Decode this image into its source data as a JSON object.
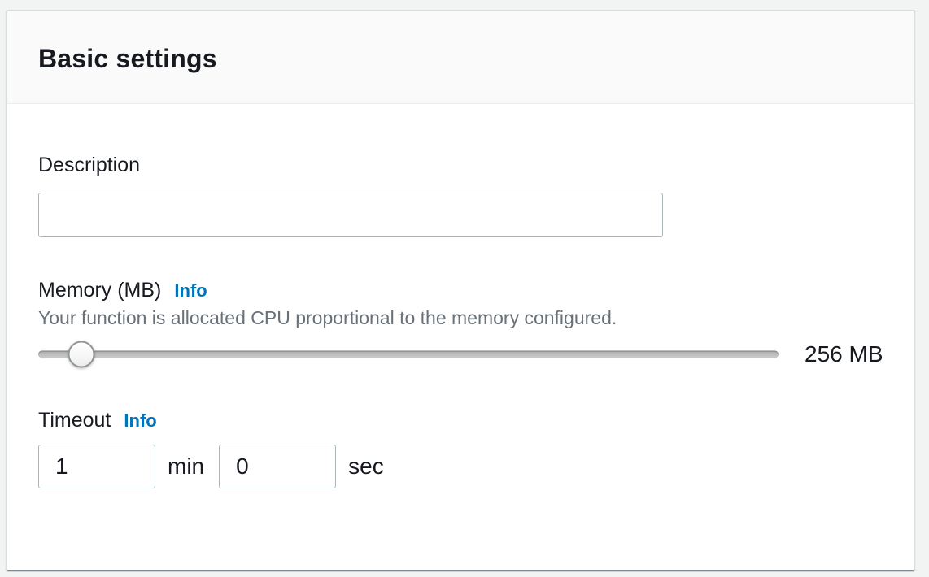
{
  "panel": {
    "title": "Basic settings"
  },
  "description": {
    "label": "Description",
    "value": "",
    "placeholder": ""
  },
  "memory": {
    "label": "Memory (MB)",
    "info_label": "Info",
    "helper": "Your function is allocated CPU proportional to the memory configured.",
    "value_display": "256 MB",
    "value_mb": 256,
    "slider_percent": 5.8
  },
  "timeout": {
    "label": "Timeout",
    "info_label": "Info",
    "min_value": "1",
    "min_unit": "min",
    "sec_value": "0",
    "sec_unit": "sec"
  },
  "colors": {
    "page_background": "#f2f3f3",
    "card_background": "#ffffff",
    "header_background": "#fafafa",
    "divider": "#eaeded",
    "text_primary": "#16191f",
    "text_helper": "#687078",
    "info_link": "#0073bb",
    "input_border": "#aab7b8",
    "slider_track": "#bdbdbd",
    "slider_handle_border": "#8f9496"
  }
}
